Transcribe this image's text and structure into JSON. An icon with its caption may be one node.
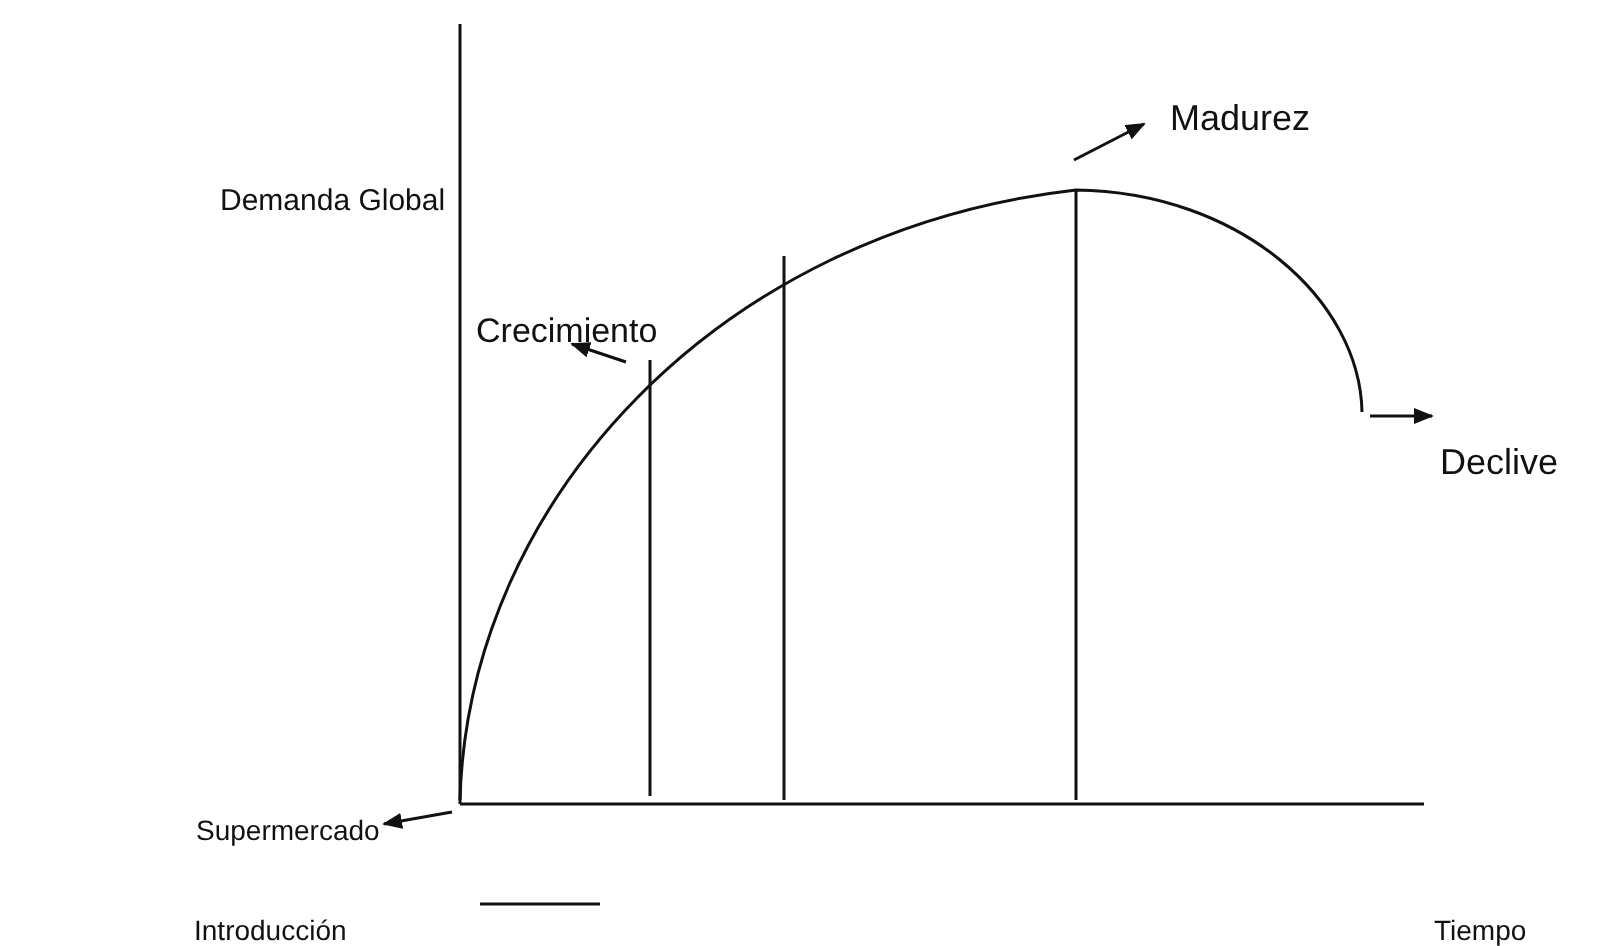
{
  "diagram": {
    "nodes": [
      {
        "text": [
          "Crecimiento"
        ]
      },
      {
        "text": [
          "Madurez"
        ]
      },
      {
        "text": [
          "Declive"
        ]
      },
      {
        "text": [
          "Supermercado"
        ]
      }
    ],
    "edges": [
      {
        "from": null,
        "to": 0,
        "arrow": "to"
      },
      {
        "from": null,
        "to": 1,
        "arrow": "to"
      },
      {
        "from": null,
        "to": 2,
        "arrow": "to"
      },
      {
        "from": null,
        "to": 3,
        "arrow": "to"
      }
    ],
    "labels": [
      "Demanda Global",
      "Introducción",
      "Tiempo"
    ]
  }
}
